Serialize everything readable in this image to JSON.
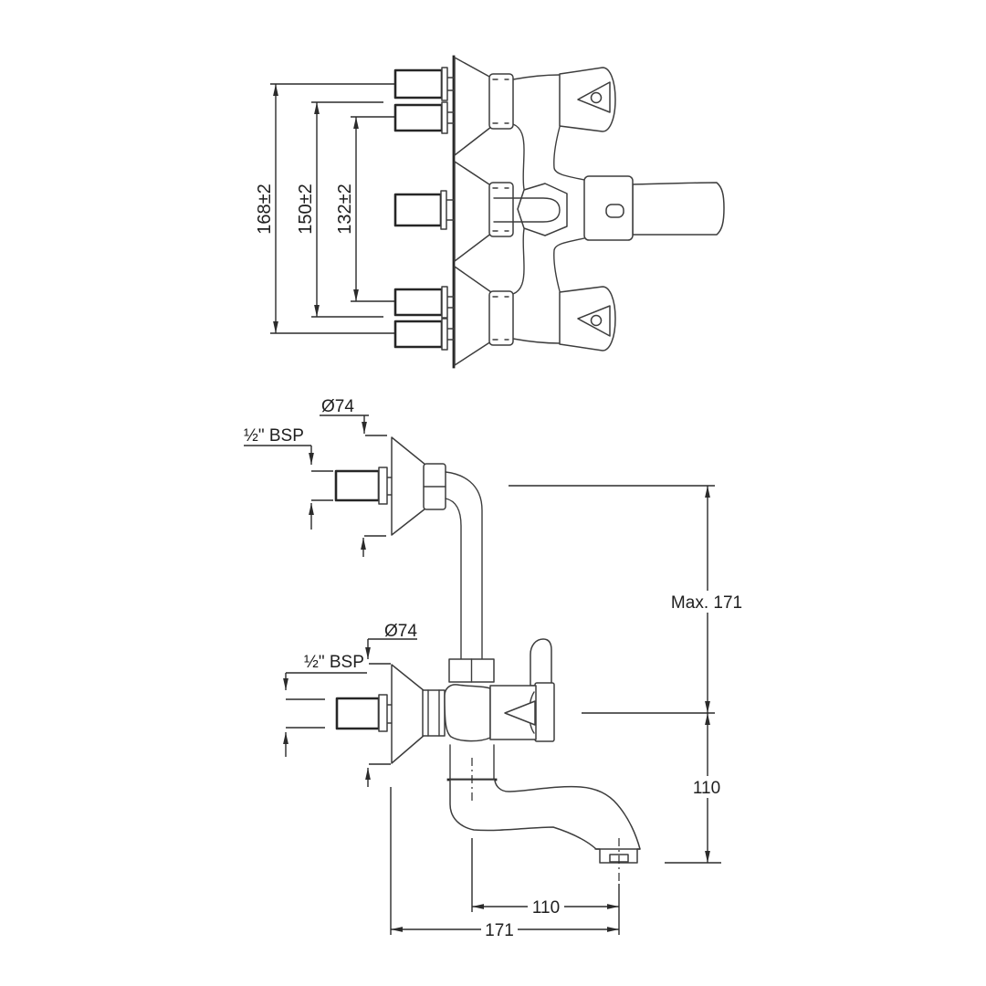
{
  "colors": {
    "ink": "#2b2b2b",
    "outline": "#3d3d3d",
    "background": "#ffffff"
  },
  "top_view": {
    "dim_outer": "168±2",
    "dim_middle": "150±2",
    "dim_inner": "132±2"
  },
  "side_view": {
    "flange_diameter_upper": "Ø74",
    "thread_size_upper": "½\" BSP",
    "flange_diameter_lower": "Ø74",
    "thread_size_lower": "½\" BSP",
    "max_height": "Max. 171",
    "spout_drop": "110",
    "spout_reach": "110",
    "overall_reach": "171"
  }
}
